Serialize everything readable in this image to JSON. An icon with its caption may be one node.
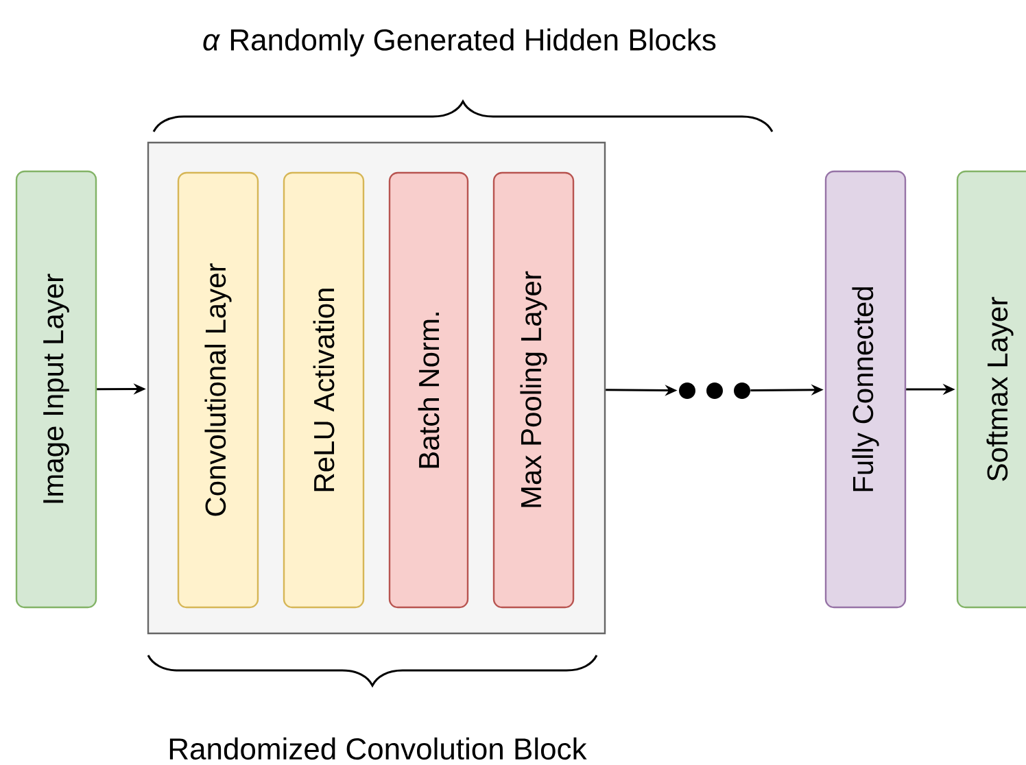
{
  "diagram": {
    "nodes": [
      {
        "text": [
          "Image Input Layer"
        ]
      },
      {
        "text": [],
        "shape": "box"
      },
      {
        "text": [
          "Convolutional Layer"
        ],
        "in": 1
      },
      {
        "text": [
          "ReLU Activation"
        ],
        "in": 1
      },
      {
        "text": [
          "Batch Norm."
        ],
        "in": 1
      },
      {
        "text": [
          "Max Pooling Layer"
        ],
        "in": 1
      },
      {
        "text": [],
        "shape": "dots"
      },
      {
        "text": [
          "Fully Connected"
        ]
      },
      {
        "text": [
          "Softmax Layer"
        ]
      }
    ],
    "edges": [
      {
        "from": 0,
        "to": 1,
        "arrow": "to"
      },
      {
        "from": 1,
        "to": 6,
        "arrow": "to"
      },
      {
        "from": 6,
        "to": 7,
        "arrow": "to"
      },
      {
        "from": 7,
        "to": 8,
        "arrow": "to"
      }
    ],
    "labels": [
      "*α* Randomly Generated Hidden Blocks",
      "Randomized Convolution Block"
    ]
  }
}
